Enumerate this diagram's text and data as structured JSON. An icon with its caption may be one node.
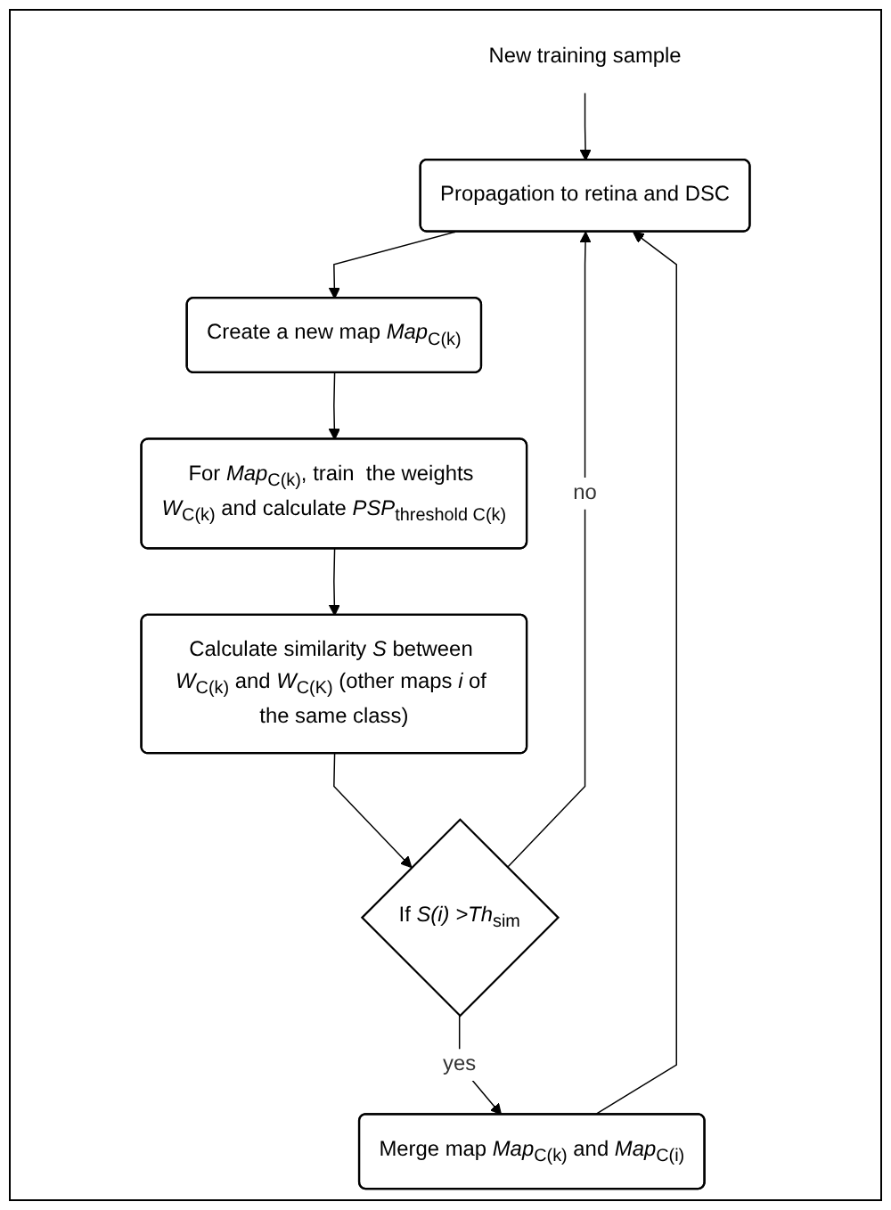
{
  "diagram": {
    "nodes": [
      {
        "text": [
          "New training sample"
        ]
      },
      {
        "text": [
          "Propagation to retina and DSC"
        ]
      },
      {
        "text": [
          "Create a new map *Map*$_{C(k)}$"
        ]
      },
      {
        "text": [
          "For *Map*$_{C(k)}$, train  the weights *W*$_{C(k)}$ and calculate *PSP*$_{threshold C(k)}$"
        ]
      },
      {
        "text": [
          "Calculate similarity *S* between *W*$_{C(k)}$ and *W*$_{C(K)}$ (other maps *i* of the same class)"
        ]
      },
      {
        "text": [
          "If *S(i) >Th*$_{sim}$"
        ]
      },
      {
        "text": [
          "Merge map *Map*$_{C(k)}$ and *Map*$_{C(i)}$"
        ]
      }
    ],
    "edges": [
      {
        "from": 0,
        "to": 1,
        "arrow": "to"
      },
      {
        "from": 1,
        "to": 2,
        "arrow": "to"
      },
      {
        "from": 2,
        "to": 3,
        "arrow": "to"
      },
      {
        "from": 3,
        "to": 4,
        "arrow": "to"
      },
      {
        "from": 4,
        "to": 5,
        "arrow": "to"
      },
      {
        "from": 5,
        "to": 6,
        "arrow": "to",
        "label": "yes"
      },
      {
        "from": 5,
        "to": 1,
        "arrow": "to",
        "label": "no"
      },
      {
        "from": 6,
        "to": 1,
        "arrow": "to"
      }
    ]
  }
}
